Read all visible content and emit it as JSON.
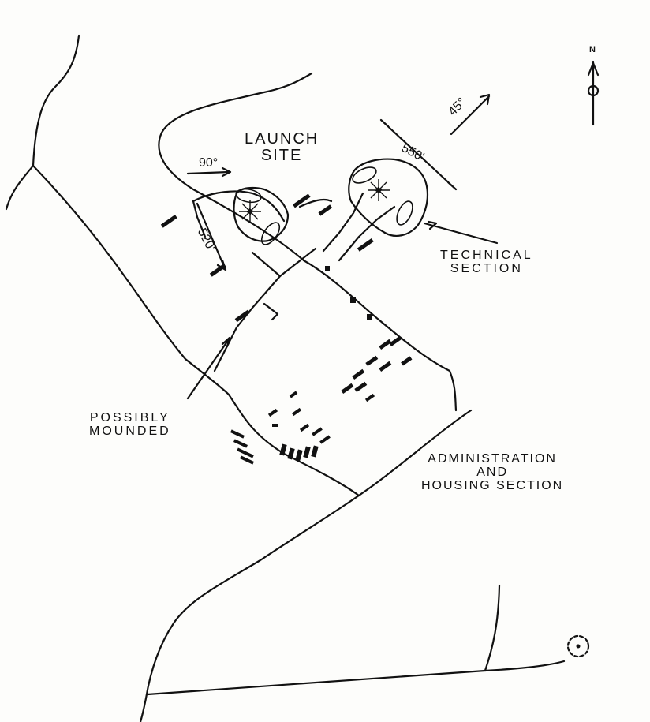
{
  "labels": {
    "launch_site": "LAUNCH\nSITE",
    "technical_section": "TECHNICAL\nSECTION",
    "possibly_mounded": "POSSIBLY\nMOUNDED",
    "admin_housing": "ADMINISTRATION\nAND\nHOUSING SECTION",
    "north": "N"
  },
  "dimensions": {
    "angle_90": "90°",
    "angle_45": "45°",
    "dist_550": "550'",
    "dist_520": "520'"
  },
  "colors": {
    "ink": "#111111",
    "paper": "#fdfdfb"
  }
}
